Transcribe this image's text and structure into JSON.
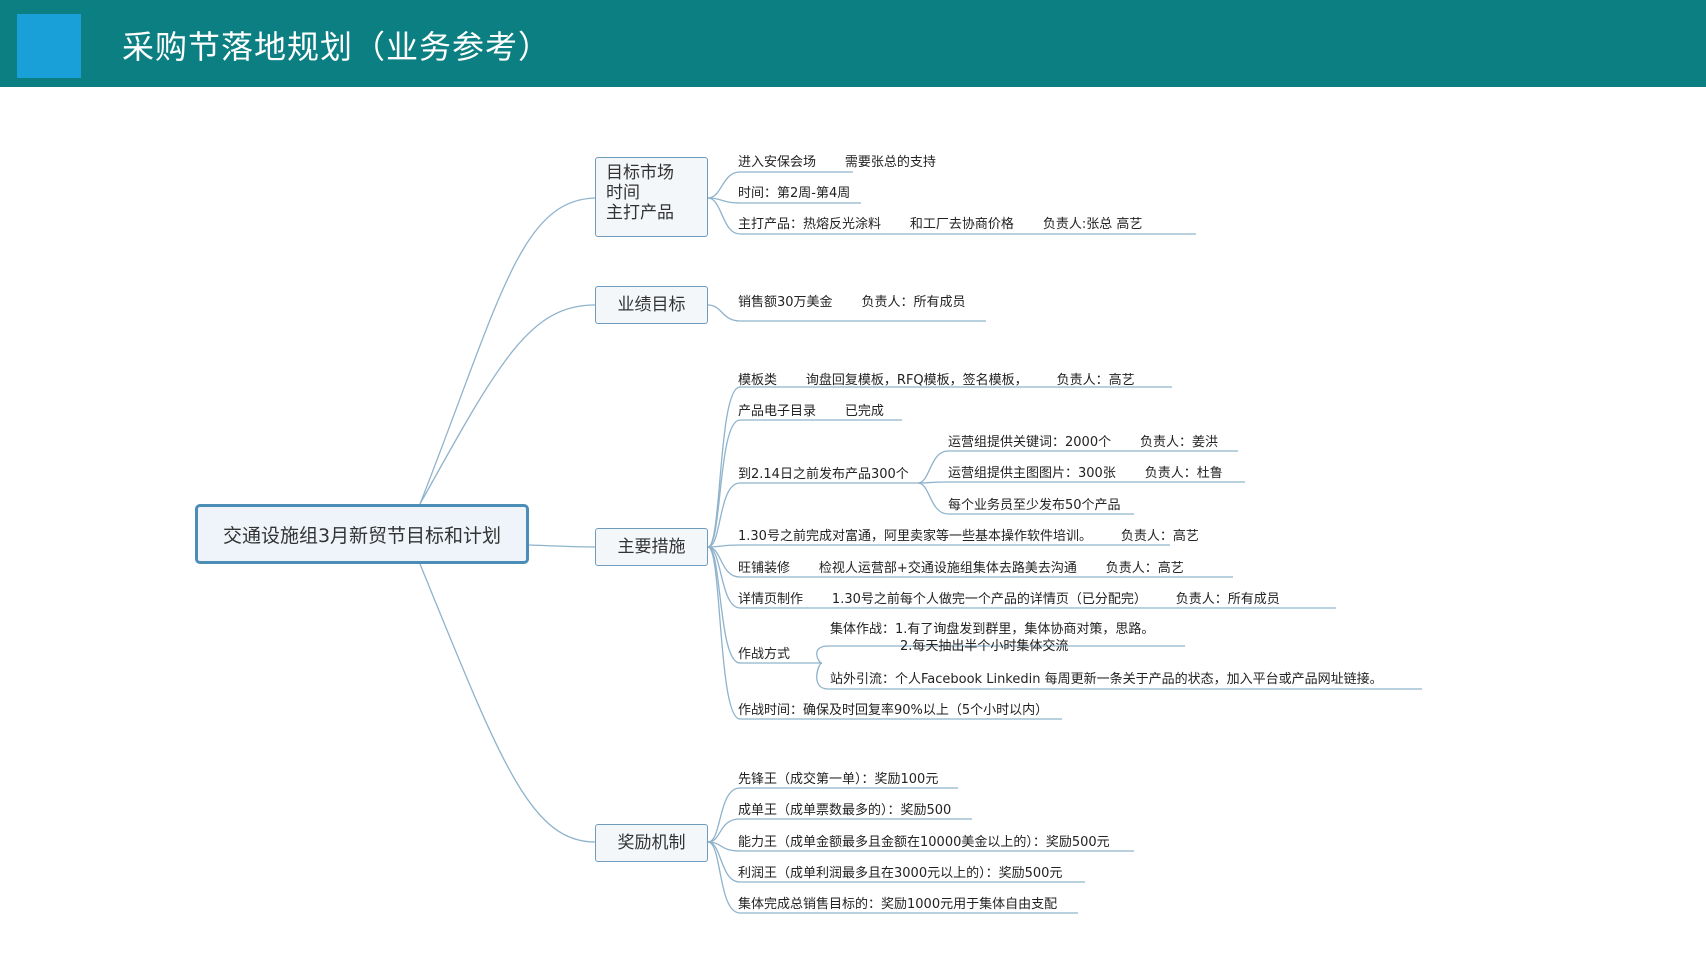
{
  "header": {
    "title": "采购节落地规划（业务参考）"
  },
  "mindmap": {
    "root": "交通设施组3月新贸节目标和计划",
    "branches": {
      "market": {
        "label_lines": [
          "目标市场",
          "时间",
          "主打产品"
        ],
        "leaves": [
          "进入安保会场       需要张总的支持",
          "时间：第2周-第4周",
          "主打产品：热熔反光涂料       和工厂去协商价格       负责人:张总 高艺"
        ]
      },
      "performance": {
        "label": "业绩目标",
        "leaves": [
          "销售额30万美金       负责人：所有成员"
        ]
      },
      "measures": {
        "label": "主要措施",
        "leaves": [
          "模板类       询盘回复模板，RFQ模板，签名模板，       负责人：高艺",
          "产品电子目录       已完成",
          "到2.14日之前发布产品300个",
          "1.30号之前完成对富通，阿里卖家等一些基本操作软件培训。       负责人：高艺",
          "旺铺装修       检视人运营部+交通设施组集体去路美去沟通       负责人：高艺",
          "详情页制作       1.30号之前每个人做完一个产品的详情页（已分配完）       负责人：所有成员",
          "作战方式",
          "作战时间：确保及时回复率90%以上（5个小时以内）"
        ],
        "publish_sub": [
          "运营组提供关键词：2000个       负责人：姜洪",
          "运营组提供主图图片：300张       负责人：杜鲁",
          "每个业务员至少发布50个产品"
        ],
        "combat_sub": {
          "team_line1": "集体作战：1.有了询盘发到群里，集体协商对策，思路。",
          "team_line2": "2.每天抽出半个小时集体交流",
          "offsite": "站外引流：个人Facebook Linkedin 每周更新一条关于产品的状态，加入平台或产品网址链接。"
        }
      },
      "rewards": {
        "label": "奖励机制",
        "leaves": [
          "先锋王（成交第一单）：奖励100元",
          "成单王（成单票数最多的）：奖励500",
          "能力王（成单金额最多且金额在10000美金以上的）：奖励500元",
          "利润王（成单利润最多且在3000元以上的）：奖励500元",
          "集体完成总销售目标的：奖励1000元用于集体自由支配"
        ]
      }
    }
  },
  "colors": {
    "header": "#0b7f82",
    "accent_square": "#1aa0d8",
    "connector": "#8fb3cc",
    "root_border": "#4b8db6"
  }
}
